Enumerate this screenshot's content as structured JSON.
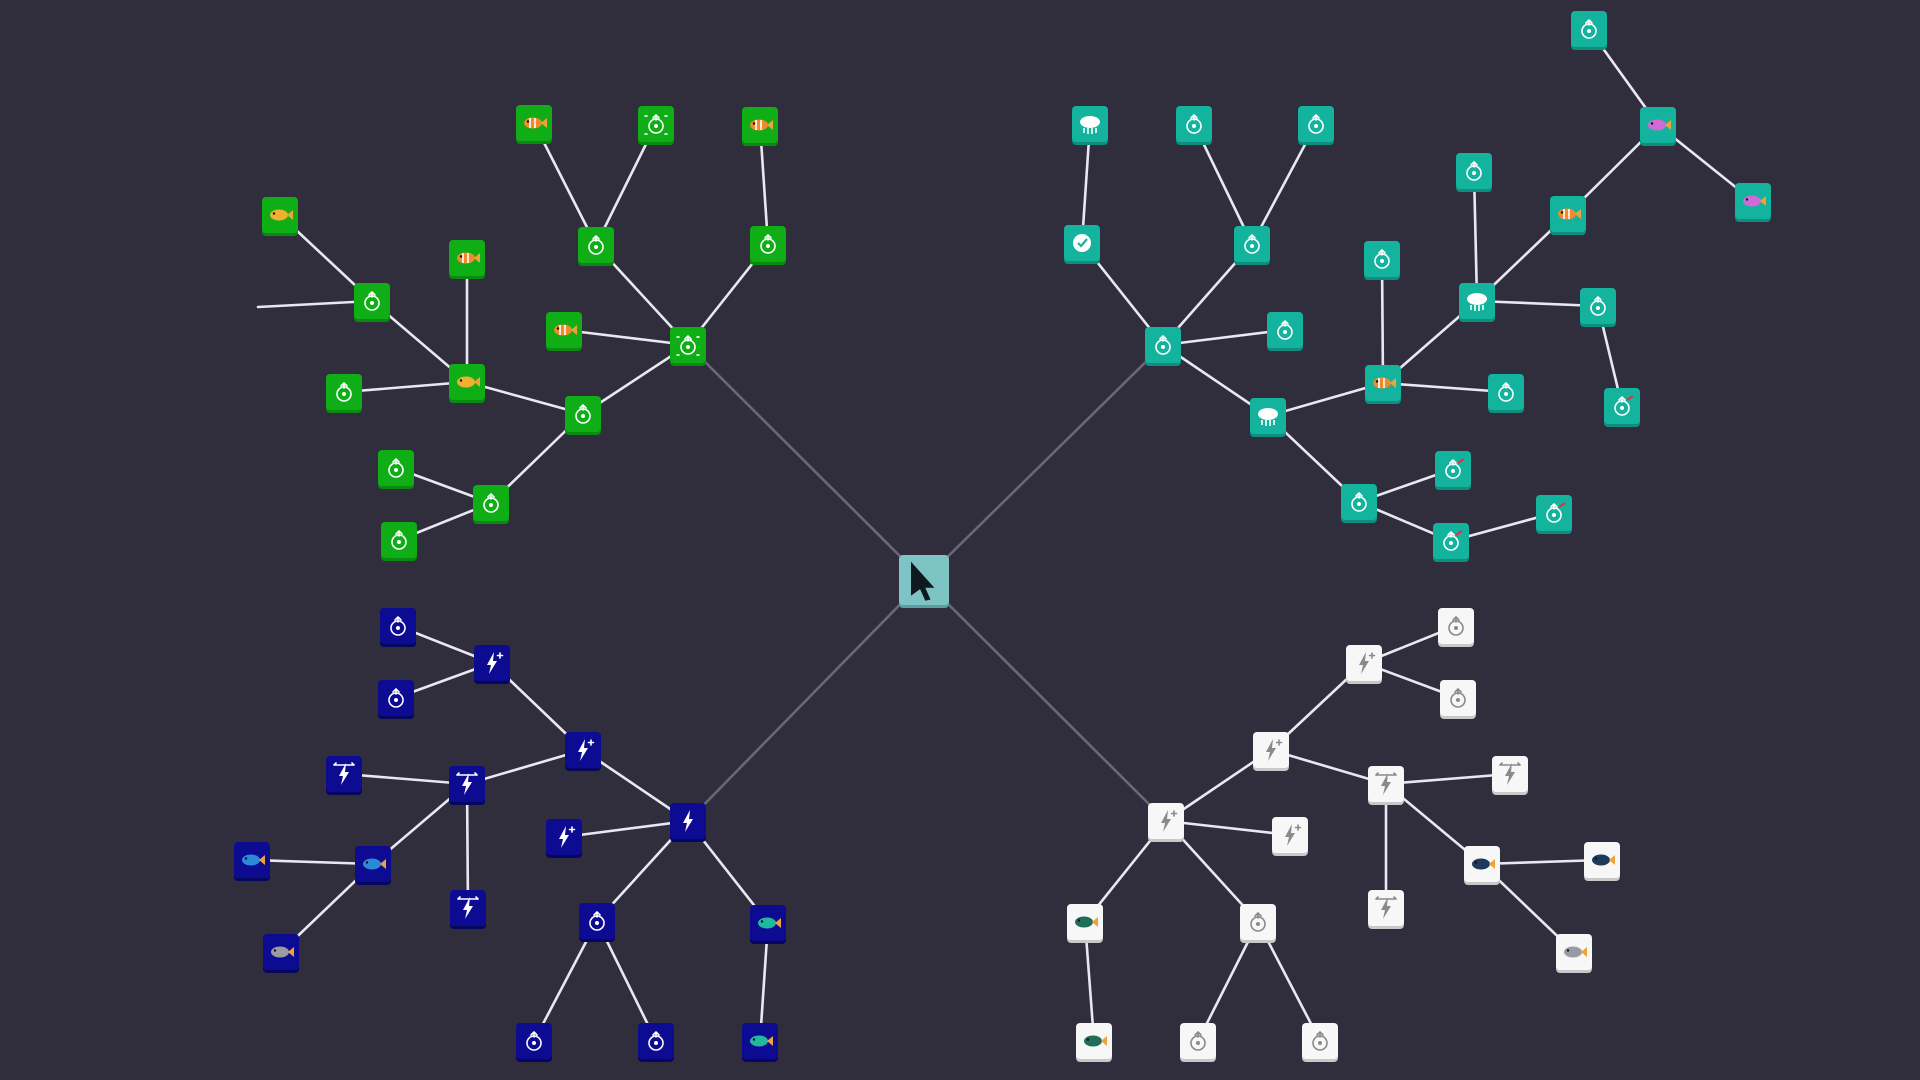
{
  "colors": {
    "background": "#302d3c",
    "green": "#0fae16",
    "teal": "#13b39e",
    "navy": "#0e0b93",
    "white": "#f7f7f7",
    "root": "#7fc4c4"
  },
  "root": {
    "icon": "cursor-arrow-icon",
    "theme": "root"
  },
  "branches": [
    {
      "name": "green",
      "theme": "green",
      "nodes": [
        {
          "id": "g-hub",
          "icon": "sparkle-target-icon"
        },
        {
          "id": "g-a",
          "icon": "target-icon"
        },
        {
          "id": "g-b",
          "icon": "dotted-target-icon"
        },
        {
          "id": "g-c",
          "icon": "clownfish-icon"
        },
        {
          "id": "g-d",
          "icon": "target-icon"
        },
        {
          "id": "g-e",
          "icon": "clownfish-icon"
        },
        {
          "id": "g-f",
          "icon": "sparkle-target-icon"
        },
        {
          "id": "g-g",
          "icon": "clownfish-icon"
        },
        {
          "id": "g-h",
          "icon": "goldfish-icon"
        },
        {
          "id": "g-i",
          "icon": "target-icon"
        },
        {
          "id": "g-j",
          "icon": "clownfish-icon"
        },
        {
          "id": "g-k",
          "icon": "target-icon"
        },
        {
          "id": "g-l",
          "icon": "goldfish-icon"
        },
        {
          "id": "g-m",
          "icon": "target-icon"
        },
        {
          "id": "g-n",
          "icon": "target-icon"
        },
        {
          "id": "g-o",
          "icon": "target-icon"
        }
      ]
    },
    {
      "name": "teal",
      "theme": "teal",
      "nodes": [
        {
          "id": "t-hub",
          "icon": "target-icon"
        },
        {
          "id": "t-a",
          "icon": "target-icon"
        },
        {
          "id": "t-b",
          "icon": "check-badge-icon"
        },
        {
          "id": "t-c",
          "icon": "jellyfish-icon"
        },
        {
          "id": "t-d",
          "icon": "target-icon"
        },
        {
          "id": "t-e",
          "icon": "target-icon"
        },
        {
          "id": "t-f",
          "icon": "target-icon"
        },
        {
          "id": "t-g",
          "icon": "jellyfish-icon"
        },
        {
          "id": "t-h",
          "icon": "target-icon"
        },
        {
          "id": "t-i",
          "icon": "rocket-target-icon"
        },
        {
          "id": "t-j",
          "icon": "rocket-target-icon"
        },
        {
          "id": "t-k",
          "icon": "rocket-target-icon"
        },
        {
          "id": "t-l",
          "icon": "clownfish-icon"
        },
        {
          "id": "t-m",
          "icon": "target-icon"
        },
        {
          "id": "t-n",
          "icon": "target-icon"
        },
        {
          "id": "t-o",
          "icon": "jellyfish-icon"
        },
        {
          "id": "t-p",
          "icon": "target-icon"
        },
        {
          "id": "t-q",
          "icon": "rocket-target-icon"
        },
        {
          "id": "t-r",
          "icon": "clownfish-icon"
        },
        {
          "id": "t-s",
          "icon": "target-icon"
        },
        {
          "id": "t-t",
          "icon": "pink-fish-icon"
        },
        {
          "id": "t-u",
          "icon": "target-icon"
        },
        {
          "id": "t-v",
          "icon": "pink-fish-icon"
        }
      ]
    },
    {
      "name": "navy",
      "theme": "navy",
      "nodes": [
        {
          "id": "n-hub",
          "icon": "lightning-icon"
        },
        {
          "id": "n-a",
          "icon": "lightning-sparkle-icon"
        },
        {
          "id": "n-b",
          "icon": "lightning-sparkle-icon"
        },
        {
          "id": "n-c",
          "icon": "target-icon"
        },
        {
          "id": "n-d",
          "icon": "target-icon"
        },
        {
          "id": "n-e",
          "icon": "target-icon"
        },
        {
          "id": "n-f",
          "icon": "teal-fish-icon"
        },
        {
          "id": "n-g",
          "icon": "teal-fish-icon"
        },
        {
          "id": "n-h",
          "icon": "lightning-sparkle-icon"
        },
        {
          "id": "n-i",
          "icon": "target-icon"
        },
        {
          "id": "n-j",
          "icon": "target-icon"
        },
        {
          "id": "n-k",
          "icon": "lightning-arrows-icon"
        },
        {
          "id": "n-l",
          "icon": "lightning-arrows-icon"
        },
        {
          "id": "n-m",
          "icon": "lightning-arrows-icon"
        },
        {
          "id": "n-n",
          "icon": "blue-fish-icon"
        },
        {
          "id": "n-o",
          "icon": "blue-fish-icon"
        },
        {
          "id": "n-p",
          "icon": "grey-fish-icon"
        }
      ]
    },
    {
      "name": "white",
      "theme": "white",
      "nodes": [
        {
          "id": "w-hub",
          "icon": "lightning-sparkle-icon"
        },
        {
          "id": "w-a",
          "icon": "lightning-sparkle-icon"
        },
        {
          "id": "w-b",
          "icon": "target-icon"
        },
        {
          "id": "w-c",
          "icon": "target-icon"
        },
        {
          "id": "w-d",
          "icon": "target-icon"
        },
        {
          "id": "w-e",
          "icon": "green-fish-icon"
        },
        {
          "id": "w-f",
          "icon": "green-fish-icon"
        },
        {
          "id": "w-g",
          "icon": "lightning-sparkle-icon"
        },
        {
          "id": "w-h",
          "icon": "lightning-sparkle-icon"
        },
        {
          "id": "w-i",
          "icon": "target-icon"
        },
        {
          "id": "w-j",
          "icon": "target-icon"
        },
        {
          "id": "w-k",
          "icon": "lightning-arrows-icon"
        },
        {
          "id": "w-l",
          "icon": "lightning-arrows-icon"
        },
        {
          "id": "w-m",
          "icon": "lightning-arrows-icon"
        },
        {
          "id": "w-n",
          "icon": "dark-fish-icon"
        },
        {
          "id": "w-o",
          "icon": "dark-fish-icon"
        },
        {
          "id": "w-p",
          "icon": "grey-fish-icon"
        }
      ]
    }
  ]
}
